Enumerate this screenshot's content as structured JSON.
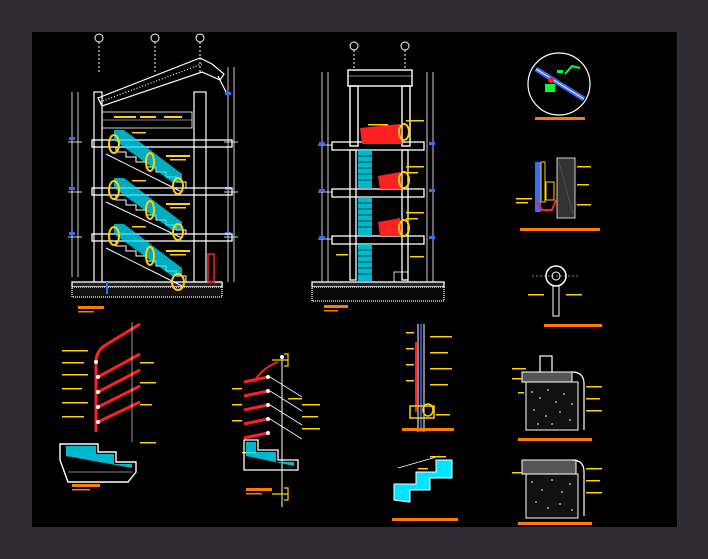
{
  "palette": {
    "page_bg": "#2f2d33",
    "canvas_bg": "#000000",
    "line_white": "#ffffff",
    "annotation_yellow": "#ffd200",
    "title_orange": "#ff7a00",
    "handrail_red": "#ff2020",
    "glass_cyan": "#00e5ff",
    "detail_green": "#00ff40",
    "dimension_blue": "#3a6bff"
  },
  "drawing": {
    "views": [
      "section-staircase-left",
      "section-staircase-center",
      "detail-circle-top-right",
      "detail-wall-anchor",
      "detail-baluster-ring",
      "detail-handrail-left",
      "detail-handrail-center",
      "detail-post-vertical",
      "detail-stair-step",
      "detail-foundation-upper",
      "detail-foundation-lower"
    ]
  }
}
